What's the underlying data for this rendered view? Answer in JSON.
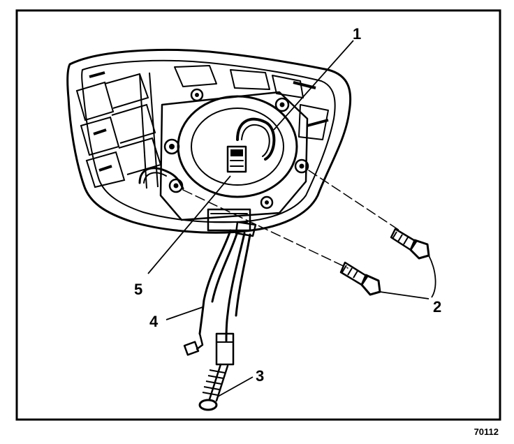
{
  "callouts": [
    {
      "id": "1",
      "label": "1"
    },
    {
      "id": "2",
      "label": "2"
    },
    {
      "id": "3",
      "label": "3"
    },
    {
      "id": "4",
      "label": "4"
    },
    {
      "id": "5",
      "label": "5"
    }
  ],
  "figure_id": "70112"
}
